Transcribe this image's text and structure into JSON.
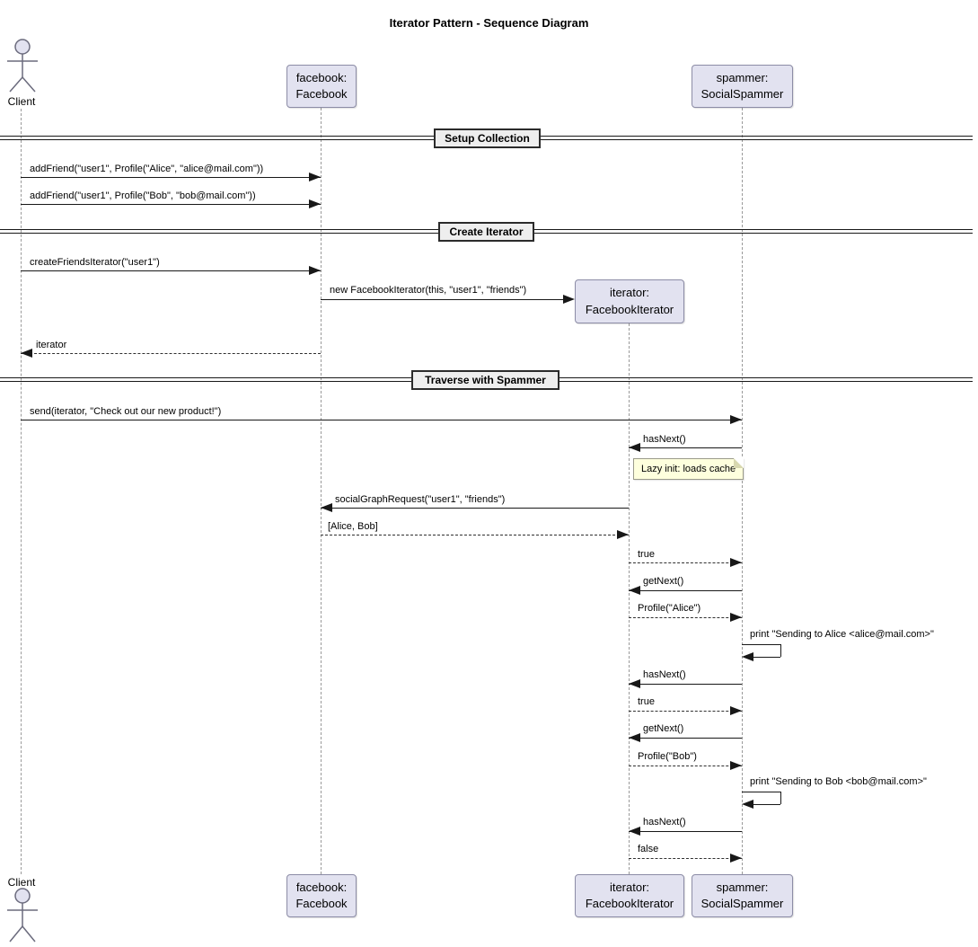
{
  "title": "Iterator Pattern - Sequence Diagram",
  "actor": {
    "label": "Client"
  },
  "participants": {
    "facebook": {
      "line1": "facebook:",
      "line2": "Facebook"
    },
    "iterator": {
      "line1": "iterator:",
      "line2": "FacebookIterator"
    },
    "spammer": {
      "line1": "spammer:",
      "line2": "SocialSpammer"
    }
  },
  "dividers": [
    {
      "label": "Setup Collection"
    },
    {
      "label": "Create Iterator"
    },
    {
      "label": "Traverse with Spammer"
    }
  ],
  "messages": [
    {
      "text": "addFriend(\"user1\", Profile(\"Alice\", \"alice@mail.com\"))",
      "from": "Client",
      "to": "facebook",
      "kind": "call"
    },
    {
      "text": "addFriend(\"user1\", Profile(\"Bob\", \"bob@mail.com\"))",
      "from": "Client",
      "to": "facebook",
      "kind": "call"
    },
    {
      "text": "createFriendsIterator(\"user1\")",
      "from": "Client",
      "to": "facebook",
      "kind": "call"
    },
    {
      "text": "new FacebookIterator(this, \"user1\", \"friends\")",
      "from": "facebook",
      "to": "iterator",
      "kind": "create"
    },
    {
      "text": "iterator",
      "from": "facebook",
      "to": "Client",
      "kind": "return"
    },
    {
      "text": "send(iterator, \"Check out our new product!\")",
      "from": "Client",
      "to": "spammer",
      "kind": "call"
    },
    {
      "text": "hasNext()",
      "from": "spammer",
      "to": "iterator",
      "kind": "call"
    },
    {
      "text": "socialGraphRequest(\"user1\", \"friends\")",
      "from": "iterator",
      "to": "facebook",
      "kind": "call"
    },
    {
      "text": "[Alice, Bob]",
      "from": "facebook",
      "to": "iterator",
      "kind": "return"
    },
    {
      "text": "true",
      "from": "iterator",
      "to": "spammer",
      "kind": "return"
    },
    {
      "text": "getNext()",
      "from": "spammer",
      "to": "iterator",
      "kind": "call"
    },
    {
      "text": "Profile(\"Alice\")",
      "from": "iterator",
      "to": "spammer",
      "kind": "return"
    },
    {
      "text": "print \"Sending to Alice <alice@mail.com>\"",
      "from": "spammer",
      "to": "spammer",
      "kind": "self"
    },
    {
      "text": "hasNext()",
      "from": "spammer",
      "to": "iterator",
      "kind": "call"
    },
    {
      "text": "true",
      "from": "iterator",
      "to": "spammer",
      "kind": "return"
    },
    {
      "text": "getNext()",
      "from": "spammer",
      "to": "iterator",
      "kind": "call"
    },
    {
      "text": "Profile(\"Bob\")",
      "from": "iterator",
      "to": "spammer",
      "kind": "return"
    },
    {
      "text": "print \"Sending to Bob <bob@mail.com>\"",
      "from": "spammer",
      "to": "spammer",
      "kind": "self"
    },
    {
      "text": "hasNext()",
      "from": "spammer",
      "to": "iterator",
      "kind": "call"
    },
    {
      "text": "false",
      "from": "iterator",
      "to": "spammer",
      "kind": "return"
    }
  ],
  "note": {
    "text": "Lazy init: loads cache"
  },
  "colors": {
    "participant_fill": "#E2E2F0",
    "participant_border": "#8C8CA6",
    "note_fill": "#FEFFDD",
    "divider_fill": "#EEEEEE",
    "line": "#181818",
    "lifeline": "#9A9A9A"
  }
}
